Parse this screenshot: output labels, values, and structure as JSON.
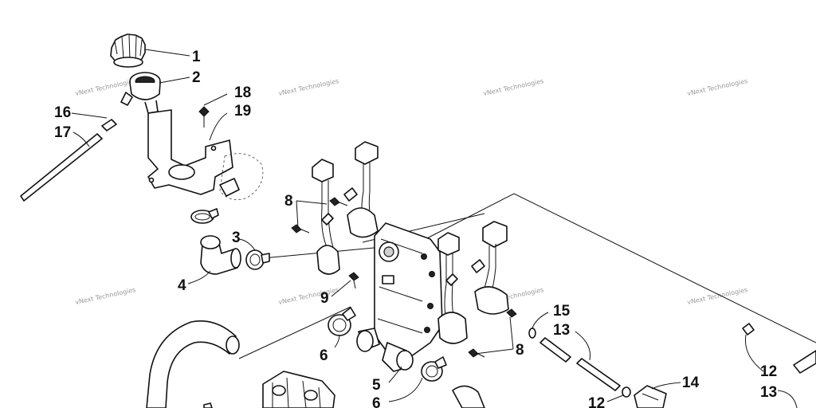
{
  "watermark": "vNext Technologies",
  "callouts": {
    "c1": "1",
    "c2": "2",
    "c18": "18",
    "c19": "19",
    "c16": "16",
    "c17": "17",
    "c8a": "8",
    "c3": "3",
    "c4": "4",
    "c9": "9",
    "c6a": "6",
    "c5": "5",
    "c6b": "6",
    "c15": "15",
    "c13a": "13",
    "c8b": "8",
    "c14": "14",
    "c12a": "12",
    "c12b": "12",
    "c13b": "13"
  }
}
